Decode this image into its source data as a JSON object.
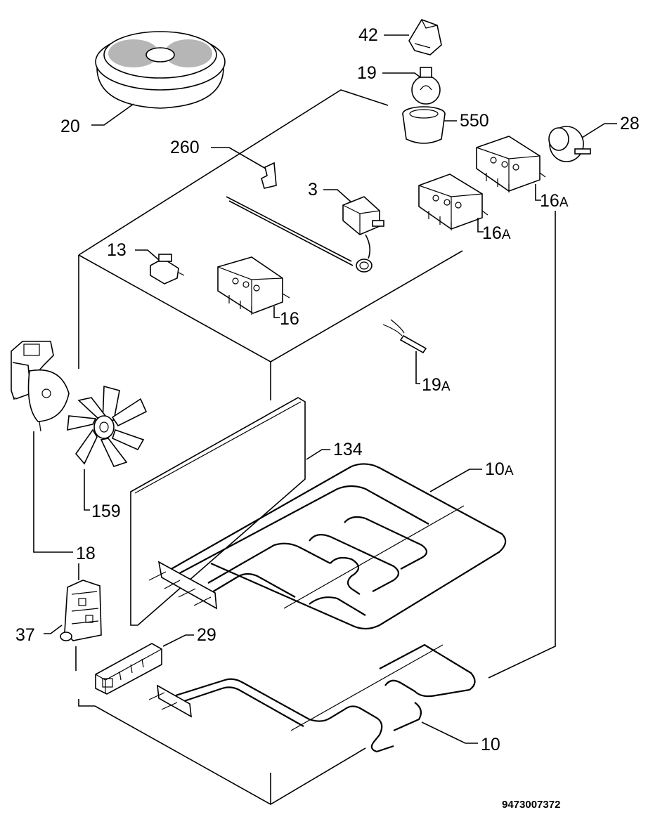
{
  "diagram": {
    "doc_number": "9473007372",
    "callouts": {
      "p20": "20",
      "p42": "42",
      "p19": "19",
      "p550": "550",
      "p28": "28",
      "p260": "260",
      "p3": "3",
      "p16A_1": "16",
      "p16A_2": "16",
      "sfxA": "A",
      "p13": "13",
      "p16": "16",
      "p19A": "19",
      "p134": "134",
      "p10A": "10",
      "p159": "159",
      "p18": "18",
      "p37": "37",
      "p29": "29",
      "p10": "10"
    }
  }
}
